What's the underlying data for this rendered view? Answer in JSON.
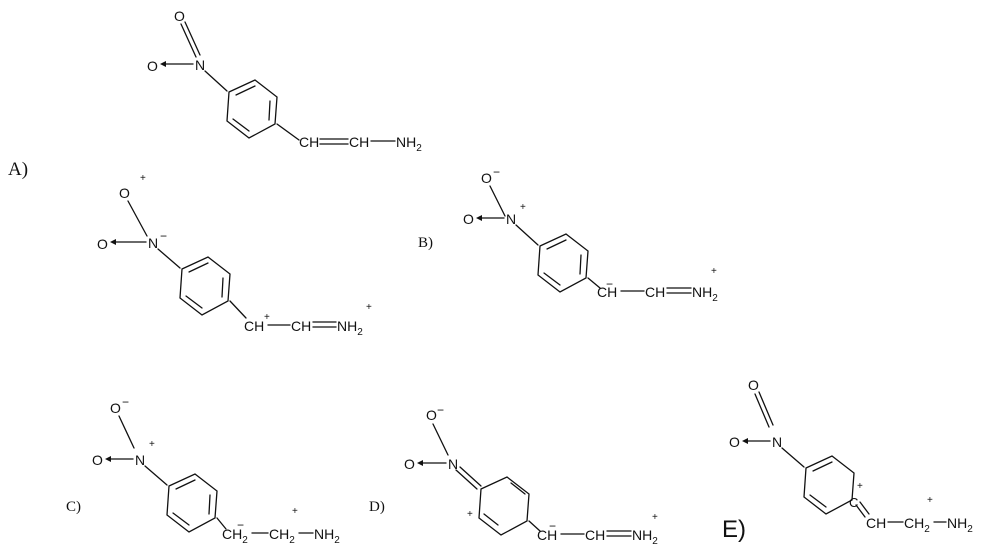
{
  "colors": {
    "ink": "#111111",
    "background": "#ffffff"
  },
  "structure_A": {
    "label": "A)",
    "atom_O_top": "O",
    "atom_O_left": "O",
    "atom_N": "N",
    "chain_CH1": "CH",
    "chain_CH2": "CH",
    "chain_N": "NH",
    "chain_sub": "2"
  },
  "structure_A2": {
    "atom_O_top": "O",
    "charge_O_top": "+",
    "atom_O_left": "O",
    "atom_N": "N",
    "charge_N": "−",
    "chain_CH1": "CH",
    "charge_CH1": "+",
    "chain_CH2": "CH",
    "chain_N": "NH",
    "chain_sub": "2",
    "charge_chain_N": "+"
  },
  "structure_B": {
    "label": "B)",
    "atom_O_top": "O",
    "charge_O_top": "−",
    "atom_O_left": "O",
    "atom_N": "N",
    "charge_N": "+",
    "chain_CH1": "CH",
    "charge_CH1": "−",
    "chain_CH2": "CH",
    "chain_N": "NH",
    "chain_sub": "2",
    "charge_chain_N": "+"
  },
  "structure_C": {
    "label": "C)",
    "atom_O_top": "O",
    "charge_O_top": "−",
    "atom_O_left": "O",
    "atom_N": "N",
    "charge_N": "+",
    "chain_CH1": "CH",
    "chain_sub1": "2",
    "charge_CH1": "−",
    "chain_CH2": "CH",
    "chain_sub2": "2",
    "charge_CH2": "+",
    "chain_N": "NH",
    "chain_sub3": "2"
  },
  "structure_D": {
    "label": "D)",
    "atom_O_top": "O",
    "charge_O_top": "−",
    "atom_O_left": "O",
    "atom_N": "N",
    "charge_ring": "+",
    "chain_CH1": "CH",
    "charge_CH1": "−",
    "chain_CH2": "CH",
    "chain_N": "NH",
    "chain_sub": "2",
    "charge_chain_N": "+"
  },
  "structure_E": {
    "label": "E)",
    "atom_O_top": "O",
    "atom_O_left": "O",
    "atom_N": "N",
    "atom_C": "C",
    "charge_ring": "+",
    "chain_CH1": "CH",
    "chain_CH2": "CH",
    "chain_sub1": "2",
    "charge_CH2": "+",
    "chain_N": "NH",
    "chain_sub2": "2"
  }
}
